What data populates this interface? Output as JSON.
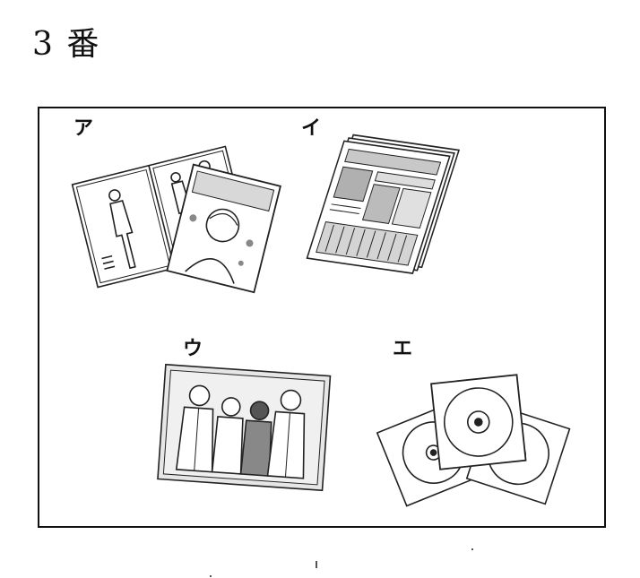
{
  "question": {
    "title": "3 番"
  },
  "options": [
    {
      "label": "ア",
      "icon": "magazines-icon"
    },
    {
      "label": "イ",
      "icon": "newspaper-icon"
    },
    {
      "label": "ウ",
      "icon": "photograph-icon"
    },
    {
      "label": "エ",
      "icon": "cds-icon"
    }
  ]
}
